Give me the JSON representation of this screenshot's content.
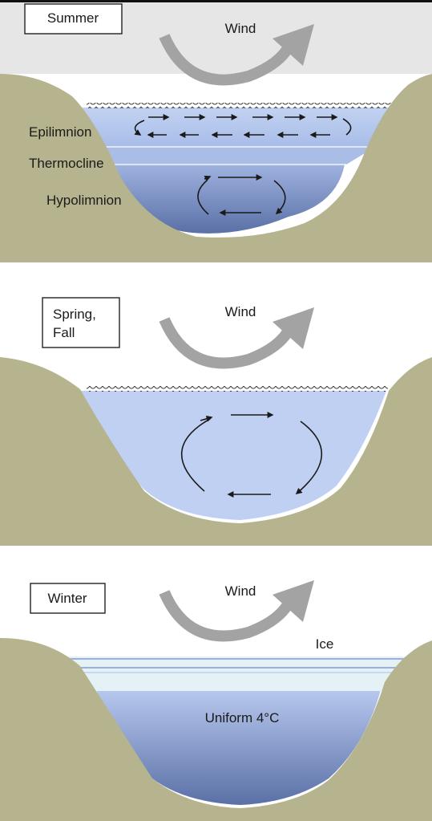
{
  "panels": {
    "summer": {
      "season": "Summer",
      "wind": "Wind",
      "layers": [
        "Epilimnion",
        "Thermocline",
        "Hypolimnion"
      ]
    },
    "spring_fall": {
      "season_line1": "Spring,",
      "season_line2": "Fall",
      "wind": "Wind"
    },
    "winter": {
      "season": "Winter",
      "wind": "Wind",
      "ice": "Ice",
      "uniform": "Uniform 4°C"
    }
  },
  "colors": {
    "land": "#b6b48e",
    "water_light": "#bfd0f2",
    "water_deep": "#5c73a8",
    "wind_arrow": "#a3a3a3",
    "summer_sky": "#e6e6e6"
  }
}
